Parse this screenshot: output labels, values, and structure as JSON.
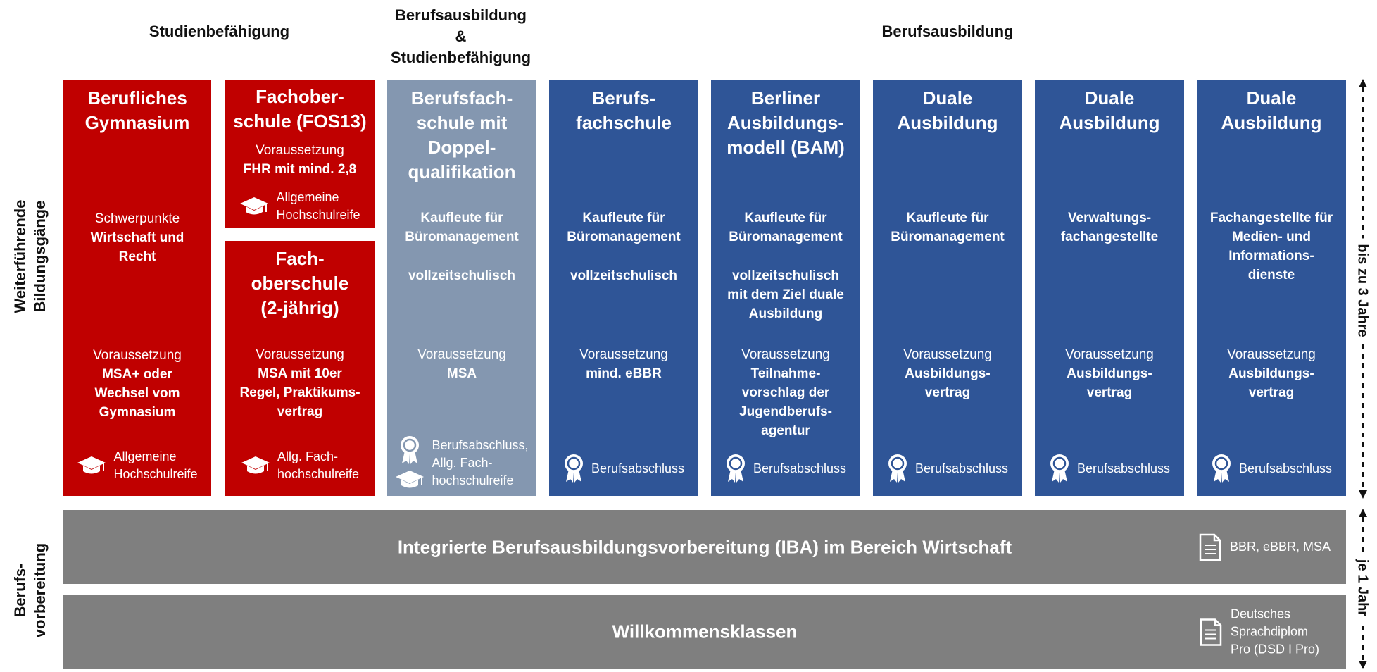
{
  "headers": {
    "studien": "Studienbefähigung",
    "both": "Berufsausbildung\n&\nStudienbefähigung",
    "beruf": "Berufsausbildung"
  },
  "side_labels": {
    "weiterf": "Weiterführende\nBildungsgänge",
    "vorb": "Berufs-\nvorbereitung",
    "duration_long": "bis zu 3 Jahre",
    "duration_short": "je 1 Jahr"
  },
  "columns": [
    {
      "title": "Berufliches\nGymnasium",
      "line1": "Schwerpunkte",
      "line1b": "Wirtschaft und\nRecht",
      "req_label": "Voraussetzung",
      "req": "MSA+ oder\nWechsel vom\nGymnasium",
      "award": "Allgemeine\nHochschulreife"
    },
    {
      "title": "Fachober-\nschule (FOS13)",
      "req_label": "Voraussetzung",
      "req": "FHR mit mind. 2,8",
      "award": "Allgemeine\nHochschulreife"
    },
    {
      "title": "Fach-\noberschule\n(2-jährig)",
      "req_label": "Voraussetzung",
      "req": "MSA mit 10er\nRegel, Praktikums-\nvertrag",
      "award": "Allg. Fach-\nhochschulreife"
    },
    {
      "title": "Berufsfach-\nschule mit\nDoppel-\nqualifikation",
      "profession": "Kaufleute für\nBüromanagement",
      "mode": "vollzeitschulisch",
      "req_label": "Voraussetzung",
      "req": "MSA",
      "award": "Berufsabschluss,\nAllg. Fach-\nhochschulreife"
    },
    {
      "title": "Berufs-\nfachschule",
      "profession": "Kaufleute für\nBüromanagement",
      "mode": "vollzeitschulisch",
      "req_label": "Voraussetzung",
      "req": "mind. eBBR",
      "award": "Berufsabschluss"
    },
    {
      "title": "Berliner\nAusbildungs-\nmodell (BAM)",
      "profession": "Kaufleute für\nBüromanagement",
      "mode": "vollzeitschulisch\nmit dem Ziel duale\nAusbildung",
      "req_label": "Voraussetzung",
      "req": "Teilnahme-\nvorschlag der\nJugendberufs-\nagentur",
      "award": "Berufsabschluss"
    },
    {
      "title": "Duale\nAusbildung",
      "profession": "Kaufleute für\nBüromanagement",
      "req_label": "Voraussetzung",
      "req": "Ausbildungs-\nvertrag",
      "award": "Berufsabschluss"
    },
    {
      "title": "Duale\nAusbildung",
      "profession": "Verwaltungs-\nfachangestellte",
      "req_label": "Voraussetzung",
      "req": "Ausbildungs-\nvertrag",
      "award": "Berufsabschluss"
    },
    {
      "title": "Duale\nAusbildung",
      "profession": "Fachangestellte für\nMedien- und\nInformations-\ndienste",
      "req_label": "Voraussetzung",
      "req": "Ausbildungs-\nvertrag",
      "award": "Berufsabschluss"
    }
  ],
  "bars": [
    {
      "title": "Integrierte Berufsausbildungsvorbereitung (IBA) im Bereich Wirtschaft",
      "award": "BBR, eBBR, MSA"
    },
    {
      "title": "Willkommensklassen",
      "award": "Deutsches\nSprachdiplom\nPro (DSD I Pro)"
    }
  ],
  "colors": {
    "red": "#c00000",
    "blue": "#2f5597",
    "light_blue_grey": "#8497b0",
    "bar_grey": "#7f7f7f"
  },
  "icons": {
    "graduation": "graduation-cap-icon",
    "award": "award-ribbon-icon",
    "document": "document-icon"
  }
}
